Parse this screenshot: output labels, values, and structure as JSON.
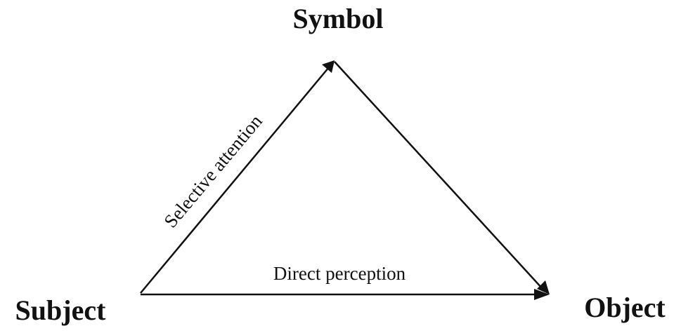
{
  "nodes": {
    "symbol": "Symbol",
    "subject": "Subject",
    "object": "Object"
  },
  "edges": {
    "subject_to_symbol": "Selective attention",
    "subject_to_object": "Direct perception",
    "symbol_to_object": ""
  },
  "colors": {
    "ink": "#111111",
    "background": "#ffffff"
  }
}
